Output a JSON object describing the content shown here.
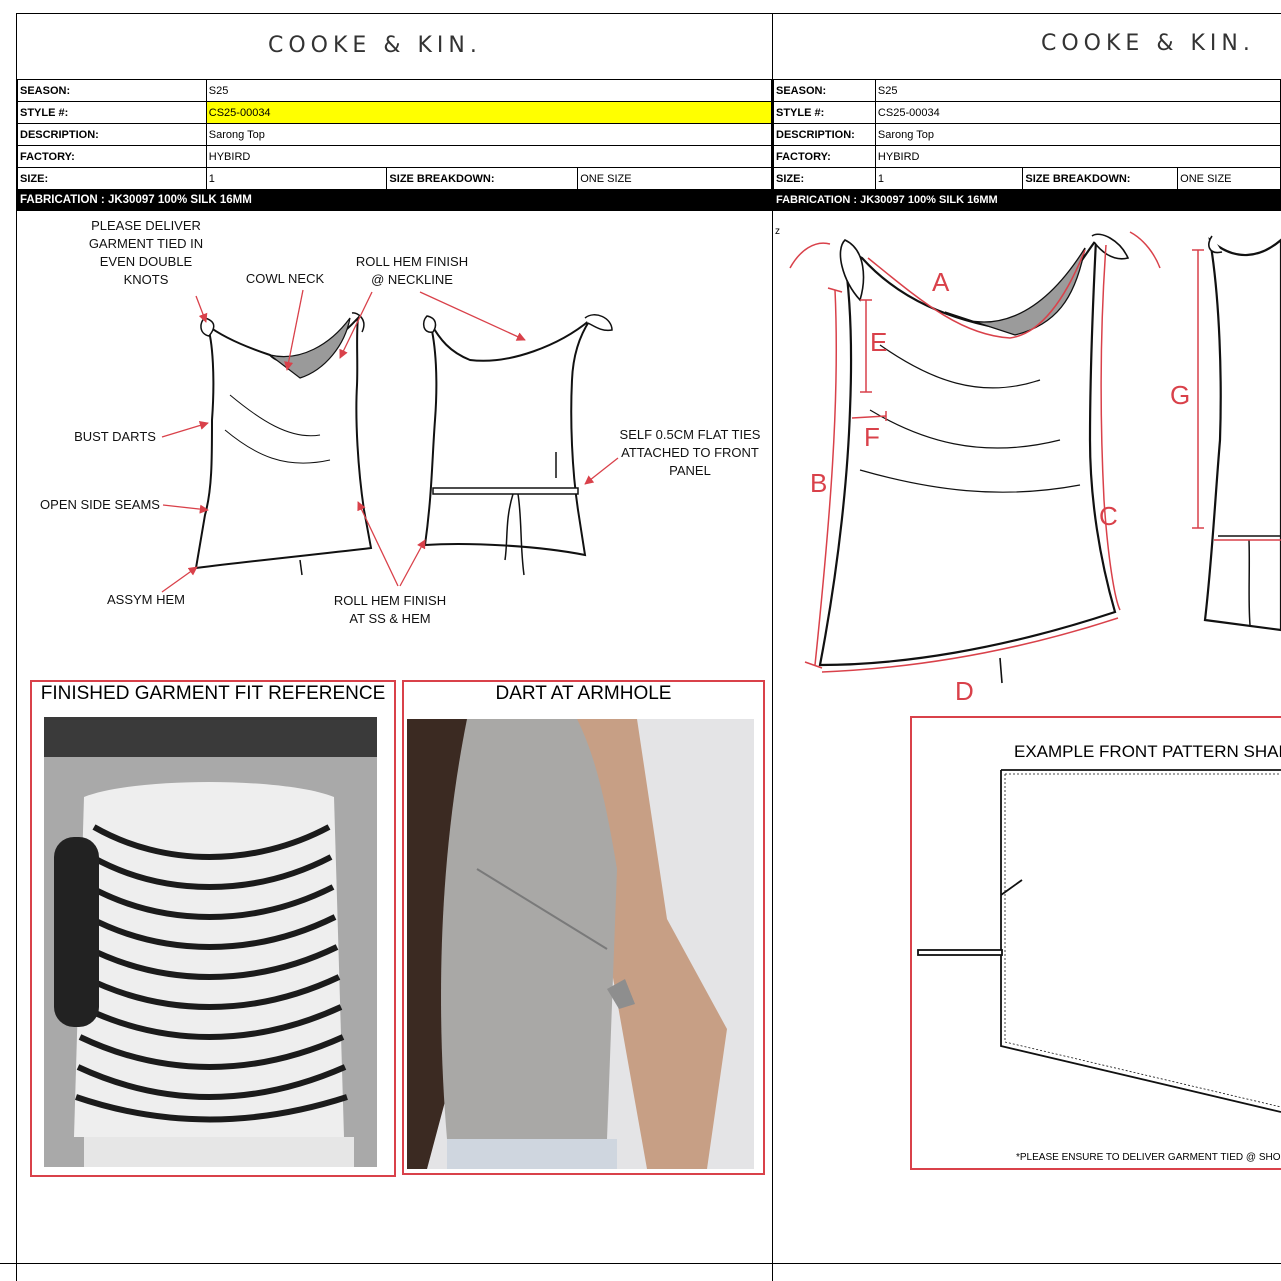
{
  "brand": "COOKE & KIN.",
  "left_sheet": {
    "season_label": "SEASON:",
    "season": "S25",
    "style_label": "STYLE #:",
    "style": "CS25-00034",
    "description_label": "DESCRIPTION:",
    "description": "Sarong Top",
    "factory_label": "FACTORY:",
    "factory": "HYBIRD",
    "size_label": "SIZE:",
    "size": "1",
    "size_breakdown_label": "SIZE BREAKDOWN:",
    "size_breakdown": "ONE SIZE",
    "fabrication": "FABRICATION :  JK30097 100% SILK 16MM",
    "callouts": {
      "tied": "PLEASE DELIVER GARMENT TIED IN EVEN DOUBLE KNOTS",
      "cowl": "COWL NECK",
      "roll_neck": "ROLL HEM FINISH @ NECKLINE",
      "bust": "BUST DARTS",
      "side": "OPEN SIDE SEAMS",
      "ties": "SELF 0.5CM FLAT TIES ATTACHED TO FRONT PANEL",
      "hem": "ASSYM HEM",
      "roll_ss": "ROLL HEM FINISH AT SS & HEM"
    },
    "fit_title": "FINISHED GARMENT FIT REFERENCE",
    "dart_title": "DART AT ARMHOLE"
  },
  "right_sheet": {
    "season_label": "SEASON:",
    "season": "S25",
    "style_label": "STYLE #:",
    "style": "CS25-00034",
    "description_label": "DESCRIPTION:",
    "description": "Sarong Top",
    "factory_label": "FACTORY:",
    "factory": "HYBIRD",
    "size_label": "SIZE:",
    "size": "1",
    "size_breakdown_label": "SIZE BREAKDOWN:",
    "size_breakdown": "ONE SIZE",
    "fabrication": "FABRICATION :  JK30097 100% SILK 16MM",
    "z_mark": "z",
    "points": {
      "a": "A",
      "b": "B",
      "c": "C",
      "d": "D",
      "e": "E",
      "f": "F",
      "g": "G"
    },
    "pattern_title": "EXAMPLE FRONT PATTERN SHAP",
    "pattern_note": "*PLEASE ENSURE TO DELIVER GARMENT TIED @ SHOUL"
  },
  "colors": {
    "highlight": "#ffff00",
    "red": "#d9414a",
    "black": "#000000"
  }
}
